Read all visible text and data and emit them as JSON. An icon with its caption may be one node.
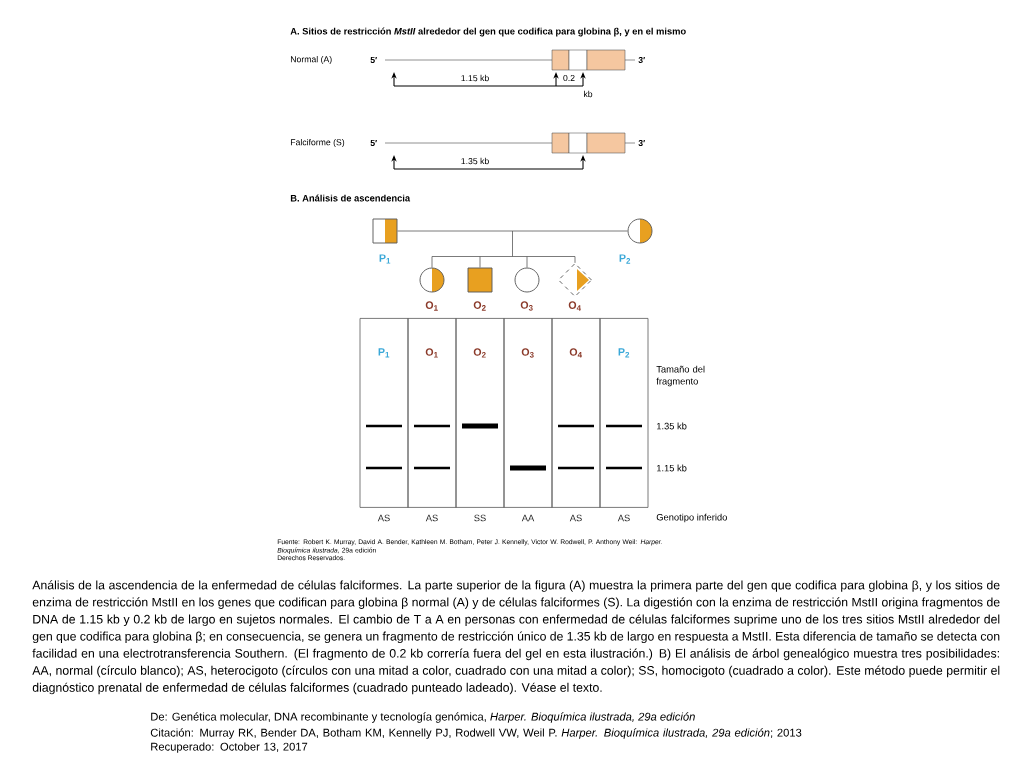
{
  "diagram": {
    "caption": "Análisis de la ascendencia de la enfermedad de células falciformes. La parte superior de la figura (A) muestra la primera parte del gen que codifica para globina β, y los sitios de enzima de restricción MstII en los genes que codifican para globina β normal (A) y de células falciformes (S). La digestión con la enzima de restricción MstII origina fragmentos de DNA de 1.15 kb y 0.2 kb de largo en sujetos normales. El cambio de T a A en personas con enfermedad de células falciformes suprime uno de los tres sitios MstII alrededor del gen que codifica para globina β; en consecuencia, se genera un fragmento de restricción único de 1.35 kb de largo en respuesta a MstII. Esta diferencia de tamaño se detecta con facilidad en una electrotransferencia Southern. (El fragmento de 0.2 kb correría fuera del gel en esta ilustración.) B) El análisis de árbol genealógico muestra tres posibilidades: AA, normal (círculo blanco); AS, heterocigoto (círculos con una mitad a color, cuadrado con una mitad a color); SS, homocigoto (cuadrado a color). Este método puede permitir el diagnóstico prenatal de enfermedad de células falciformes (cuadrado punteado ladeado). Véase el texto.",
    "nodes": [
      {
        "text": [],
        "shape": "box",
        "beside": [
          "P$_{1}$"
        ]
      },
      {
        "text": [],
        "shape": "circle",
        "beside": [
          "P$_{2}$"
        ]
      },
      {
        "text": [],
        "shape": "circle",
        "beside": [
          "O$_{1}$"
        ]
      },
      {
        "text": [],
        "shape": "box",
        "beside": [
          "O$_{2}$"
        ]
      },
      {
        "text": [],
        "shape": "circle",
        "beside": [
          "O$_{3}$"
        ]
      },
      {
        "text": [],
        "shape": "diamond",
        "beside": [
          "O$_{4}$"
        ]
      },
      {
        "text": [
          "P$_{1}$"
        ],
        "beside": [
          "AS"
        ]
      },
      {
        "text": [
          "O$_{1}$"
        ],
        "beside": [
          "AS"
        ]
      },
      {
        "text": [
          "O$_{2}$"
        ],
        "beside": [
          "SS"
        ]
      },
      {
        "text": [
          "O$_{3}$"
        ],
        "beside": [
          "AA"
        ]
      },
      {
        "text": [
          "O$_{4}$"
        ],
        "beside": [
          "AS"
        ]
      },
      {
        "text": [
          "P$_{2}$"
        ],
        "beside": [
          "AS"
        ]
      }
    ],
    "edges": [
      {
        "from": 0,
        "to": 1,
        "arrow": "none"
      },
      {
        "from": 0,
        "to": 2,
        "arrow": "none"
      },
      {
        "from": 0,
        "to": 3,
        "arrow": "none"
      },
      {
        "from": 0,
        "to": 4,
        "arrow": "none"
      },
      {
        "from": 0,
        "to": 5,
        "arrow": "none"
      },
      {
        "from": 1,
        "to": 2,
        "arrow": "none"
      },
      {
        "from": 1,
        "to": 3,
        "arrow": "none"
      },
      {
        "from": 1,
        "to": 4,
        "arrow": "none"
      },
      {
        "from": 1,
        "to": 5,
        "arrow": "none"
      }
    ],
    "labels": [
      "A. Sitios de restricción *MstII* alrededor del gen que codifica para globina β, y en el mismo",
      "Normal (A)",
      "5′",
      "3′",
      "1.15 kb",
      "0.2",
      "kb",
      "Falciforme (S)",
      "5′",
      "3′",
      "1.35 kb",
      "B. Análisis de ascendencia",
      "Tamaño del fragmento",
      "1.35 kb",
      "1.15 kb",
      "Genotipo inferido",
      "Fuente: Robert K. Murray, David A. Bender, Kathleen M. Botham, Peter J. Kennelly, Victor W. Rodwell, P. Anthony Weil: *Harper. Bioquímica ilustrada,* 29a edición",
      "Derechos Reservados.",
      "De: Genética molecular, DNA recombinante y tecnología genómica, *Harper. Bioquímica ilustrada, 29a edición*",
      "Citación: Murray RK, Bender DA, Botham KM, Kennelly PJ, Rodwell VW, Weil P. *Harper. Bioquímica ilustrada, 29a edición*; 2013 Recuperado: October 13, 2017"
    ]
  }
}
